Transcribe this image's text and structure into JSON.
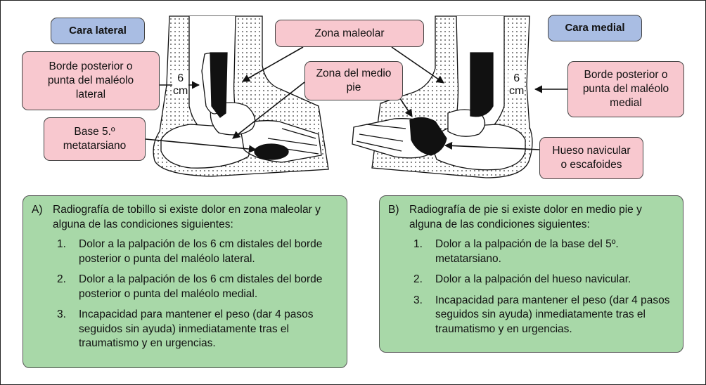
{
  "labels": {
    "lateral_face": "Cara lateral",
    "medial_face": "Cara medial",
    "malleolar_zone": "Zona maleolar",
    "midfoot_zone": "Zona del medio\npie",
    "lateral_malleolus": "Borde posterior o\npunta del maléolo\nlateral",
    "medial_malleolus": "Borde posterior o\npunta del maléolo\nmedial",
    "fifth_metatarsal": "Base 5.º\nmetatarsiano",
    "navicular": "Hueso navicular\no escafoides",
    "cm_left": "6\ncm",
    "cm_right": "6\ncm"
  },
  "panel_a": {
    "letter": "A)",
    "intro": "Radiografía de tobillo si existe dolor en zona maleolar y alguna de las condiciones siguientes:",
    "items": [
      {
        "num": "1.",
        "text": "Dolor a la palpación de los 6 cm distales del borde posterior o punta del maléolo lateral."
      },
      {
        "num": "2.",
        "text": "Dolor a la palpación de los 6 cm distales del borde posterior o punta del maléolo medial."
      },
      {
        "num": "3.",
        "text": "Incapacidad para mantener el peso (dar 4 pasos seguidos sin ayuda) inmediatamente tras el traumatismo y en urgencias."
      }
    ]
  },
  "panel_b": {
    "letter": "B)",
    "intro": "Radiografía de pie si existe dolor en medio pie y alguna de las condiciones siguientes:",
    "items": [
      {
        "num": "1.",
        "text": "Dolor a la palpación de la base del 5º. metatarsiano."
      },
      {
        "num": "2.",
        "text": "Dolor a la palpación del hueso navicular."
      },
      {
        "num": "3.",
        "text": "Incapacidad para mantener el peso (dar 4 pasos seguidos sin ayuda) inmediatamente tras el traumatismo y en urgencias."
      }
    ]
  },
  "colors": {
    "pink": "#f8c8cf",
    "blue": "#a9bde3",
    "green": "#a8d8a8"
  }
}
